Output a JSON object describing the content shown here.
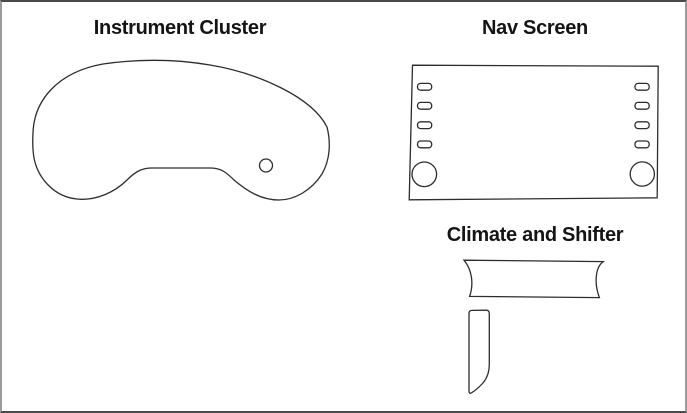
{
  "colors": {
    "background": "#ffffff",
    "outline": "#2d2d2d",
    "title_text": "#141414",
    "border_horizontal": "#4a4a4a",
    "border_vertical": "#9b9b9b"
  },
  "sections": {
    "instrument_cluster": {
      "title": "Instrument Cluster"
    },
    "nav_screen": {
      "title": "Nav Screen"
    },
    "climate_shifter": {
      "title": "Climate and Shifter"
    }
  }
}
